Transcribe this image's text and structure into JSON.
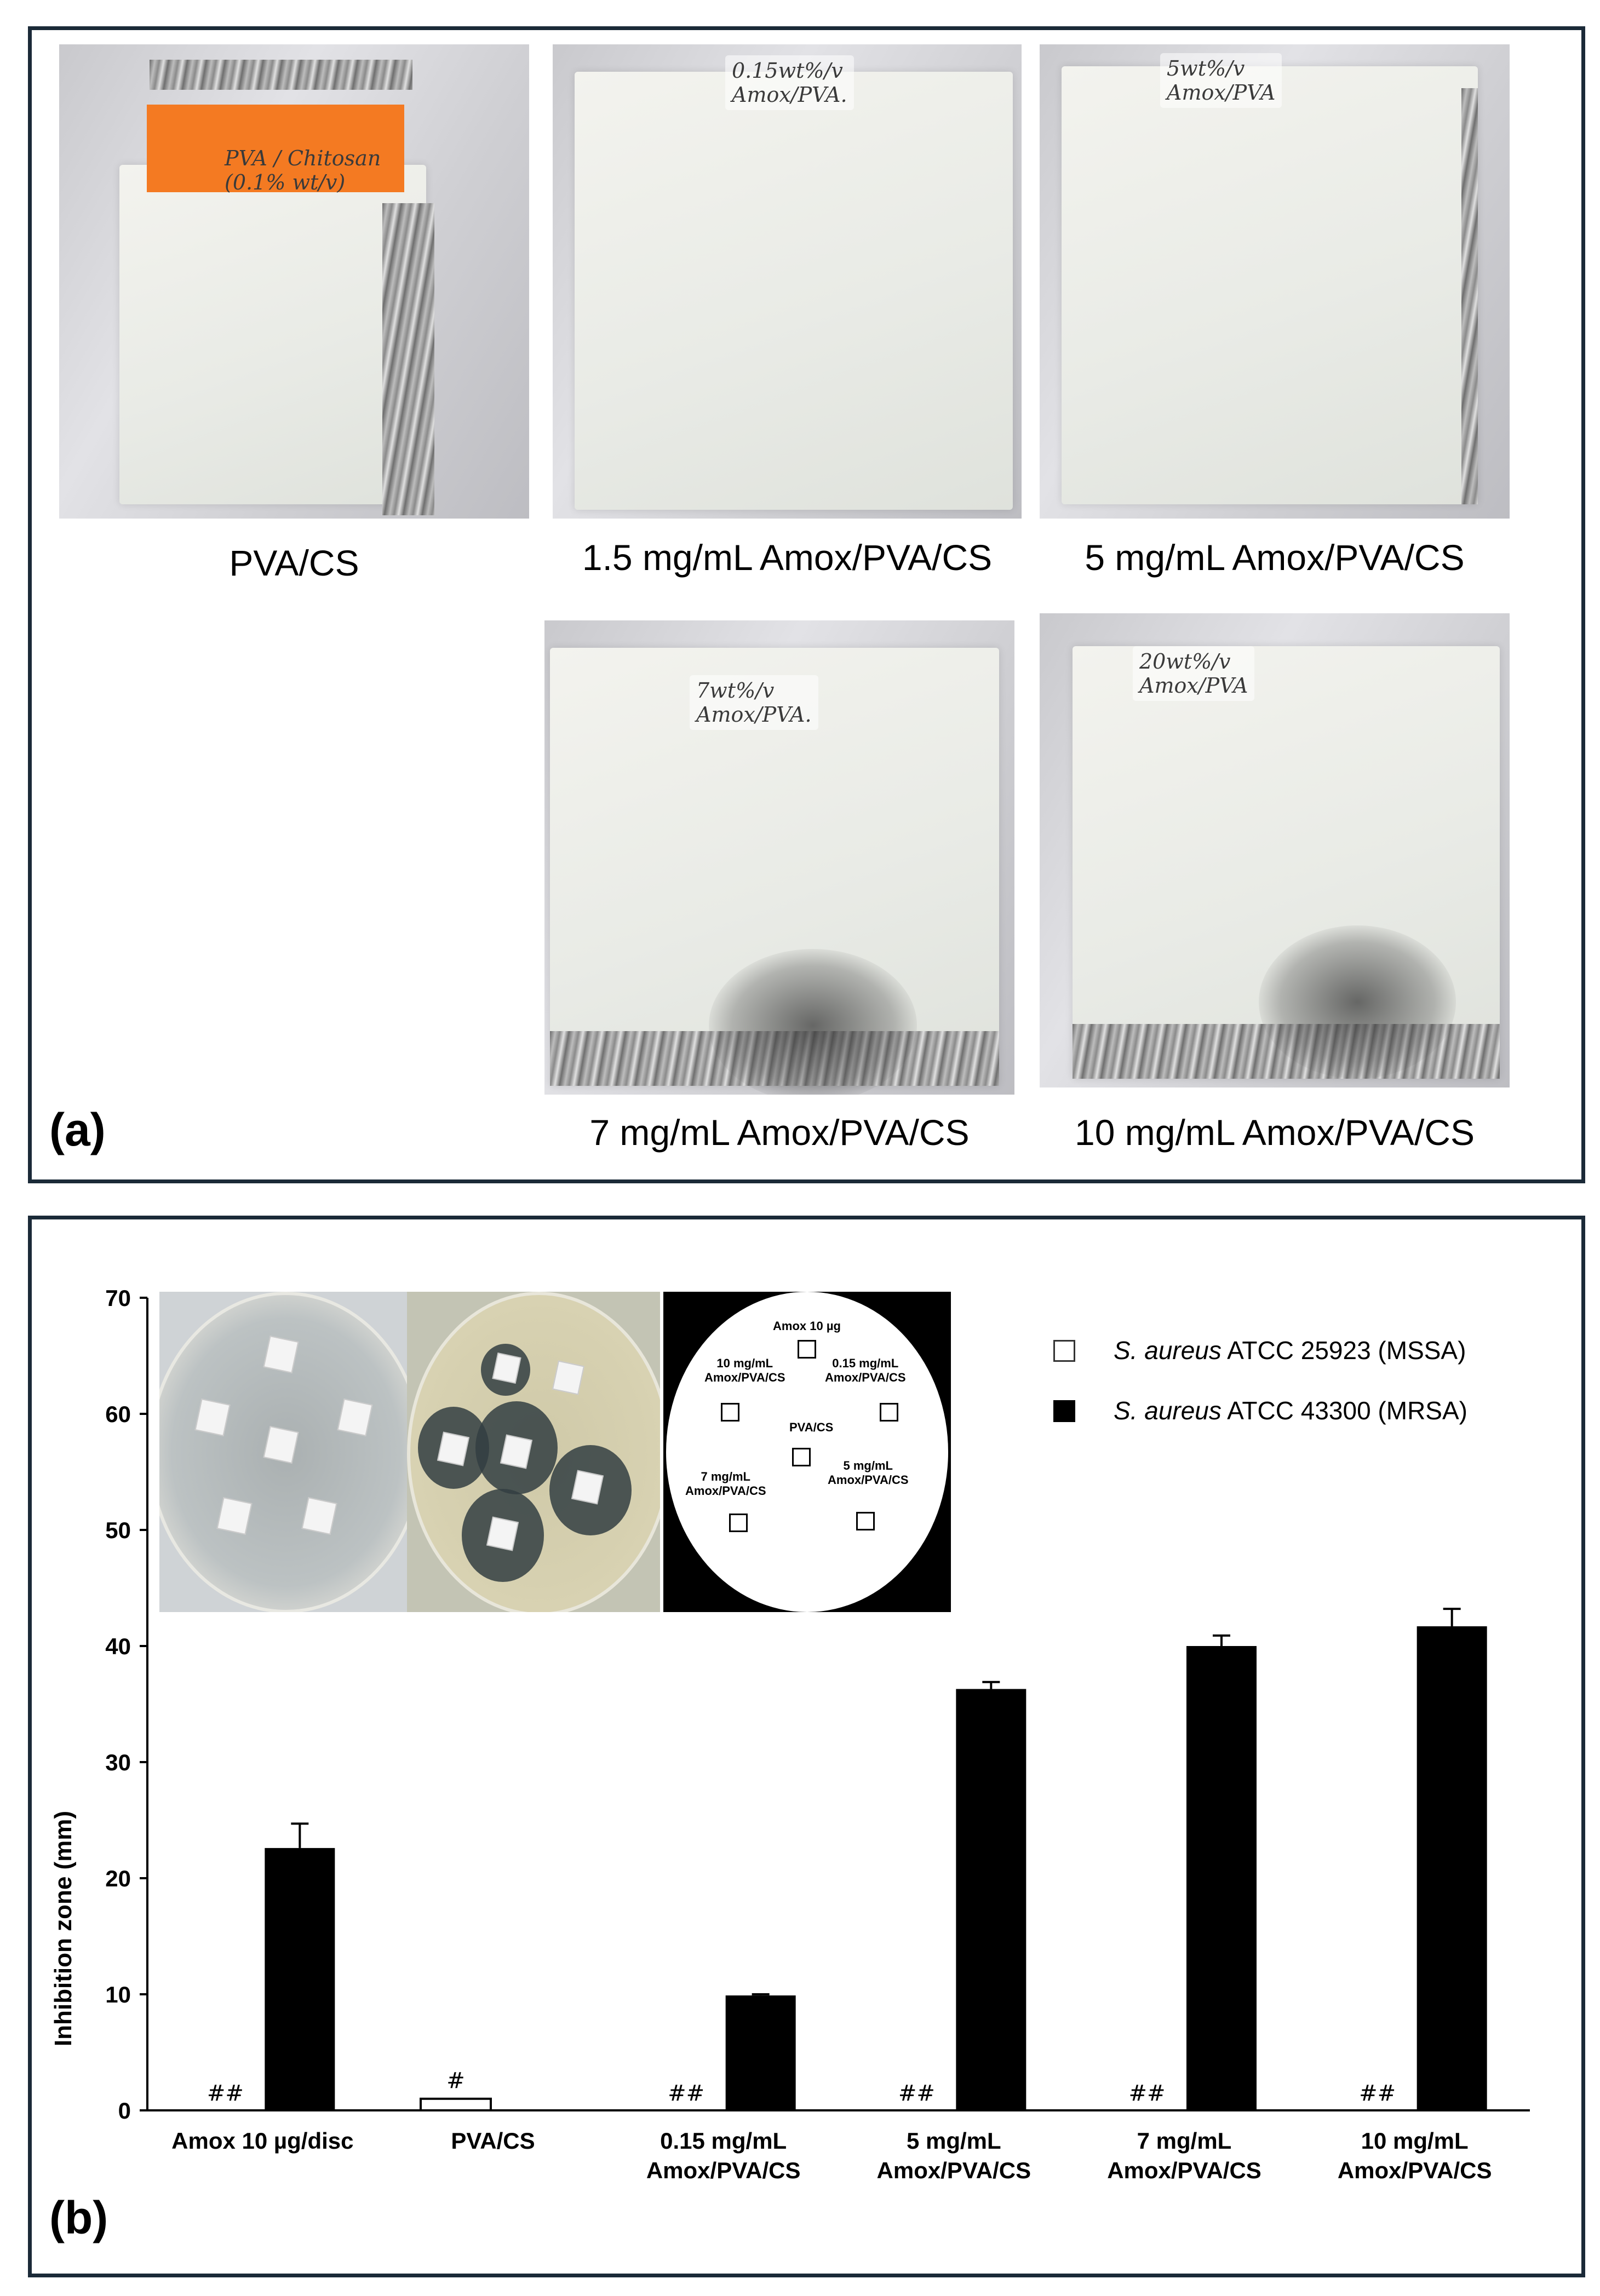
{
  "panel_a": {
    "letter": "(a)",
    "samples": [
      {
        "caption": "PVA/CS",
        "film_note": "PVA / Chitosan\n(0.1% wt/v)"
      },
      {
        "caption": "1.5 mg/mL Amox/PVA/CS",
        "film_note": "0.15wt%/v\nAmox/PVA."
      },
      {
        "caption": "5 mg/mL Amox/PVA/CS",
        "film_note": "5wt%/v\nAmox/PVA"
      },
      {
        "caption": "7 mg/mL Amox/PVA/CS",
        "film_note": "7wt%/v\nAmox/PVA."
      },
      {
        "caption": "10 mg/mL Amox/PVA/CS",
        "film_note": "20wt%/v\nAmox/PVA"
      }
    ]
  },
  "panel_b": {
    "letter": "(b)",
    "schematic": {
      "center": "PVA/CS",
      "top": "Amox 10 µg",
      "upper_left": "10 mg/mL\nAmox/PVA/CS",
      "upper_right": "0.15 mg/mL\nAmox/PVA/CS",
      "lower_left": "7 mg/mL\nAmox/PVA/CS",
      "lower_right": "5 mg/mL\nAmox/PVA/CS"
    },
    "legend": [
      {
        "italic": "S. aureus",
        "rest": " ATCC 25923 (MSSA)",
        "fill": "#ffffff"
      },
      {
        "italic": "S. aureus",
        "rest": " ATCC 43300 (MRSA)",
        "fill": "#000000"
      }
    ]
  },
  "chart_data": {
    "type": "bar",
    "ylabel": "Inhibition zone (mm)",
    "xlabel": "",
    "ylim": [
      0,
      70
    ],
    "yticks": [
      0,
      10,
      20,
      30,
      40,
      50,
      60,
      70
    ],
    "categories": [
      "Amox 10 µg/disc",
      "PVA/CS",
      "0.15 mg/mL\nAmox/PVA/CS",
      "5 mg/mL\nAmox/PVA/CS",
      "7 mg/mL\nAmox/PVA/CS",
      "10 mg/mL\nAmox/PVA/CS"
    ],
    "series": [
      {
        "name": "S. aureus ATCC 25923 (MSSA)",
        "color": "#ffffff",
        "values": [
          0,
          1,
          0,
          0,
          0,
          0
        ],
        "errors": [
          0,
          0,
          0,
          0,
          0,
          0
        ],
        "labels": [
          "##",
          "#",
          "##",
          "##",
          "##",
          "##"
        ]
      },
      {
        "name": "S. aureus ATCC 43300 (MRSA)",
        "color": "#000000",
        "values": [
          22.6,
          0,
          9.9,
          36.3,
          40.0,
          41.7
        ],
        "errors": [
          2.1,
          0,
          0.1,
          0.6,
          0.9,
          1.5
        ],
        "labels": [
          "",
          "",
          "",
          "",
          "",
          ""
        ]
      }
    ],
    "grid": false
  }
}
